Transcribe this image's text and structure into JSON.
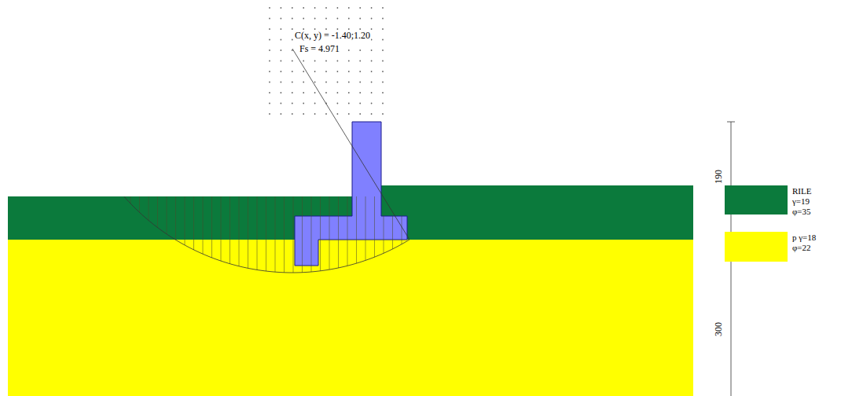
{
  "diagram": {
    "labels": [
      "C(x, y) = -1.40;1.20",
      "Fs = 4.971",
      "190",
      "300"
    ],
    "legend": [
      {
        "text": "RILE γ=19 φ=35",
        "color": "#0b7a3c"
      },
      {
        "text": "p γ=18 φ=22",
        "color": "#ffff00"
      }
    ]
  }
}
